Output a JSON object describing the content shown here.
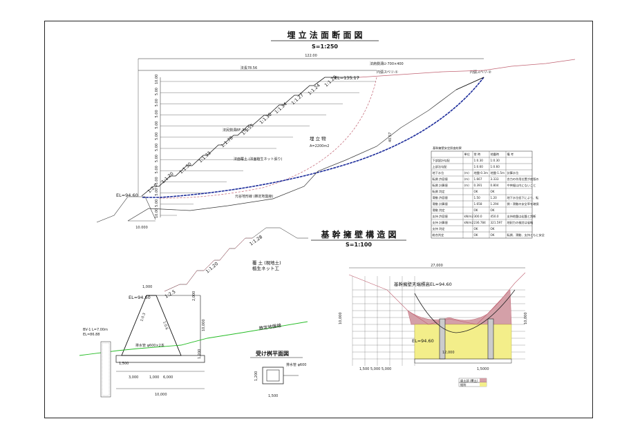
{
  "colors": {
    "ground_line": "#c06070",
    "sliding_circle": "#1a2a9a",
    "drain_line": "#22bb22",
    "cut_fill": "#d4a0a8",
    "fill_yellow": "#f3ee8a",
    "dim": "#222222"
  },
  "top_drawing": {
    "title": "埋 立 法 面 断 面 図",
    "scale": "S=1:250",
    "total_width": "122.00",
    "slope_length": "法長78.56",
    "crest_el": "EL=135.17",
    "top_drain": "法肩側溝U-700×400",
    "circle1": "円弧スベリ-①",
    "circle2": "円弧スベリ-②",
    "mid_drain": "法尻側溝BF-300",
    "cover": "法面覆土 (法面植生ネット張り)",
    "fill_name": "埋 立 物",
    "fill_area": "A=2200m2",
    "valley_line": "元谷地形線 (推定地盤線)",
    "base_el": "EL=94.60",
    "height_dim": "40.57",
    "bottom_width": "10.000",
    "slopes": [
      "1:2.5",
      "1:1.20",
      "1:1.30",
      "1:1.33",
      "1:1.70",
      "1:1.55",
      "1:1.30",
      "1:1.34",
      "1:1.27",
      "1:1.24",
      "1:1.20"
    ],
    "berm_dims": [
      "10.00",
      "5.00",
      "5.00",
      "5.00",
      "5.00",
      "5.00",
      "5.00",
      "5.00",
      "5.00",
      "5.00",
      "5.00",
      "5.00",
      "10.00"
    ]
  },
  "stability_table": {
    "caption": "基幹擁壁安定照査結果",
    "headers": [
      "",
      "単位",
      "常 時",
      "地震時",
      "備 考"
    ],
    "rows": [
      [
        "下部設計勾配",
        "",
        "1:0.30",
        "1:0.30",
        ""
      ],
      [
        "上部法勾配",
        "",
        "1:0.60",
        "1:0.60",
        ""
      ],
      [
        "地下水位",
        "(m)",
        "地盤-0.3m",
        "地盤-1.5m",
        "計算水位"
      ],
      [
        "転倒 許容値",
        "(m)",
        "1.667",
        "3.333",
        "合力の作用位置が底版の"
      ],
      [
        "転倒 計算値",
        "(m)",
        "0.391",
        "0.804",
        "中央幅以内にないこと"
      ],
      [
        "転倒 判定",
        "",
        "OK",
        "OK",
        ""
      ],
      [
        "滑動 許容値",
        "",
        "1.50",
        "1.20",
        "地下水位低下により、転"
      ],
      [
        "滑動 計算値",
        "",
        "1.658",
        "1.294",
        "倒・滑動の安全率を確保"
      ],
      [
        "滑動 判定",
        "",
        "OK",
        "OK",
        ""
      ],
      [
        "支持 許容値",
        "kN/m2",
        "300.0",
        "450.0",
        "支持地盤は岩盤と判断"
      ],
      [
        "支持 計算値",
        "kN/m2",
        "236.784",
        "321.597",
        "地耐力の検討は省略"
      ],
      [
        "支持 判定",
        "",
        "OK",
        "OK",
        ""
      ],
      [
        "総合判定",
        "",
        "OK",
        "OK",
        "転倒、滑動、支持ともに安全"
      ]
    ]
  },
  "retaining_wall": {
    "title": "基 幹 擁 壁 構 造 図",
    "scale": "S=1:100",
    "el": "EL=94.60",
    "cover_soil": "覆 土 (現地土)",
    "net": "植生ネット工",
    "ground_line": "推定地盤線",
    "drain_pipe": "排水管 φ600×2本",
    "bv": "BV-1 L=7.00m",
    "bv_el": "EL=86.88",
    "top_w": "1,000",
    "slope1": "1:2.5",
    "slope2": "1:1.20",
    "slope3": "1:1.28",
    "wall_slope_a": "1:0.3",
    "wall_slope_b": "1:0.6",
    "height": "10,000",
    "bottom": "10,000",
    "sub_dims": [
      "3,000",
      "1,000",
      "6,000"
    ],
    "toe": "1,500",
    "heel": "1,200",
    "small": "2,000"
  },
  "catch_basin": {
    "title": "受け桝平面図",
    "pipe": "排水管 φ600",
    "w": "1,500",
    "h": "1,200"
  },
  "wall_section": {
    "title": "基幹擁壁天端標高EL=94.60",
    "width": "27,000",
    "height": "10,000",
    "el": "EL=94.60",
    "base": "12,000",
    "left_dims": [
      "1,500",
      "5,000",
      "5,000"
    ],
    "right_dim": "1,5000",
    "legend": [
      "盛土部 (覆土)",
      "掘削"
    ]
  }
}
